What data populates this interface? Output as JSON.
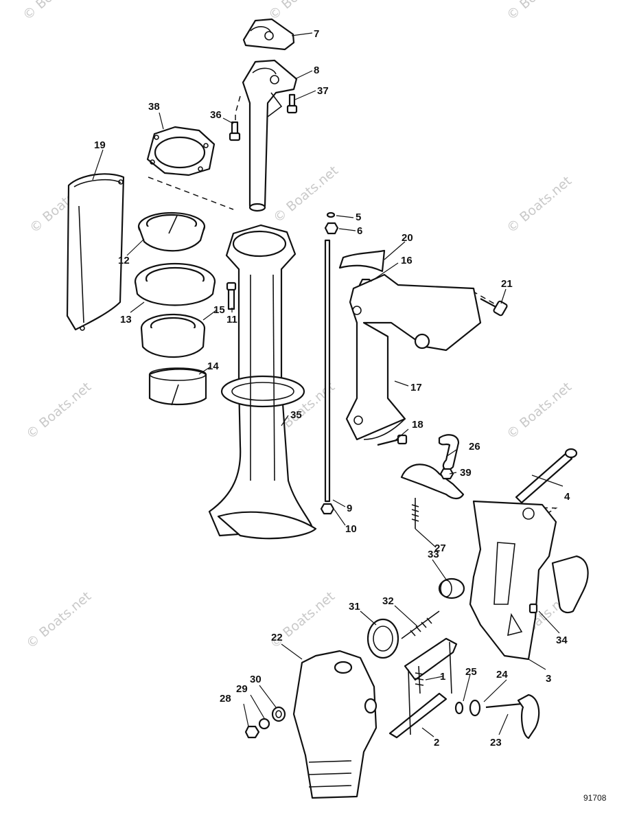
{
  "figure_number": "91708",
  "watermark_text": "© Boats.net",
  "callouts": {
    "c1": "1",
    "c2": "2",
    "c3": "3",
    "c4": "4",
    "c5": "5",
    "c6": "6",
    "c7": "7",
    "c8": "8",
    "c9": "9",
    "c10": "10",
    "c11": "11",
    "c12": "12",
    "c13": "13",
    "c14": "14",
    "c15": "15",
    "c16": "16",
    "c17": "17",
    "c18": "18",
    "c19": "19",
    "c20": "20",
    "c21": "21",
    "c22": "22",
    "c23": "23",
    "c24": "24",
    "c25": "25",
    "c26": "26",
    "c27": "27",
    "c28": "28",
    "c29": "29",
    "c30": "30",
    "c31": "31",
    "c32": "32",
    "c33": "33",
    "c34": "34",
    "c35": "35",
    "c36": "36",
    "c37": "37",
    "c38": "38",
    "c39": "39"
  }
}
